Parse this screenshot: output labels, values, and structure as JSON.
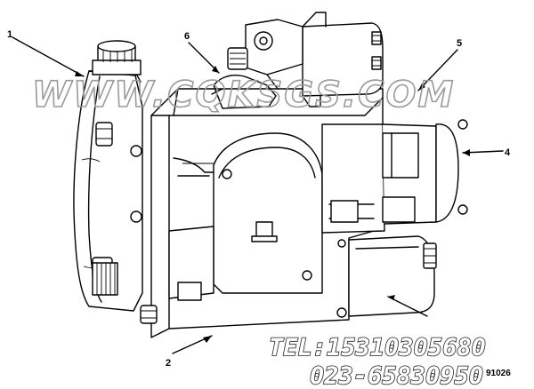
{
  "diagram": {
    "callouts": [
      {
        "id": "1",
        "label": "1"
      },
      {
        "id": "2",
        "label": "2"
      },
      {
        "id": "4",
        "label": "4"
      },
      {
        "id": "5",
        "label": "5"
      },
      {
        "id": "6",
        "label": "6"
      }
    ],
    "figure_tag": "91026",
    "watermark": "WWW.CQKSGS.COM",
    "contact_tel": "TEL:15310305680",
    "contact_phone": "023-65830950"
  }
}
